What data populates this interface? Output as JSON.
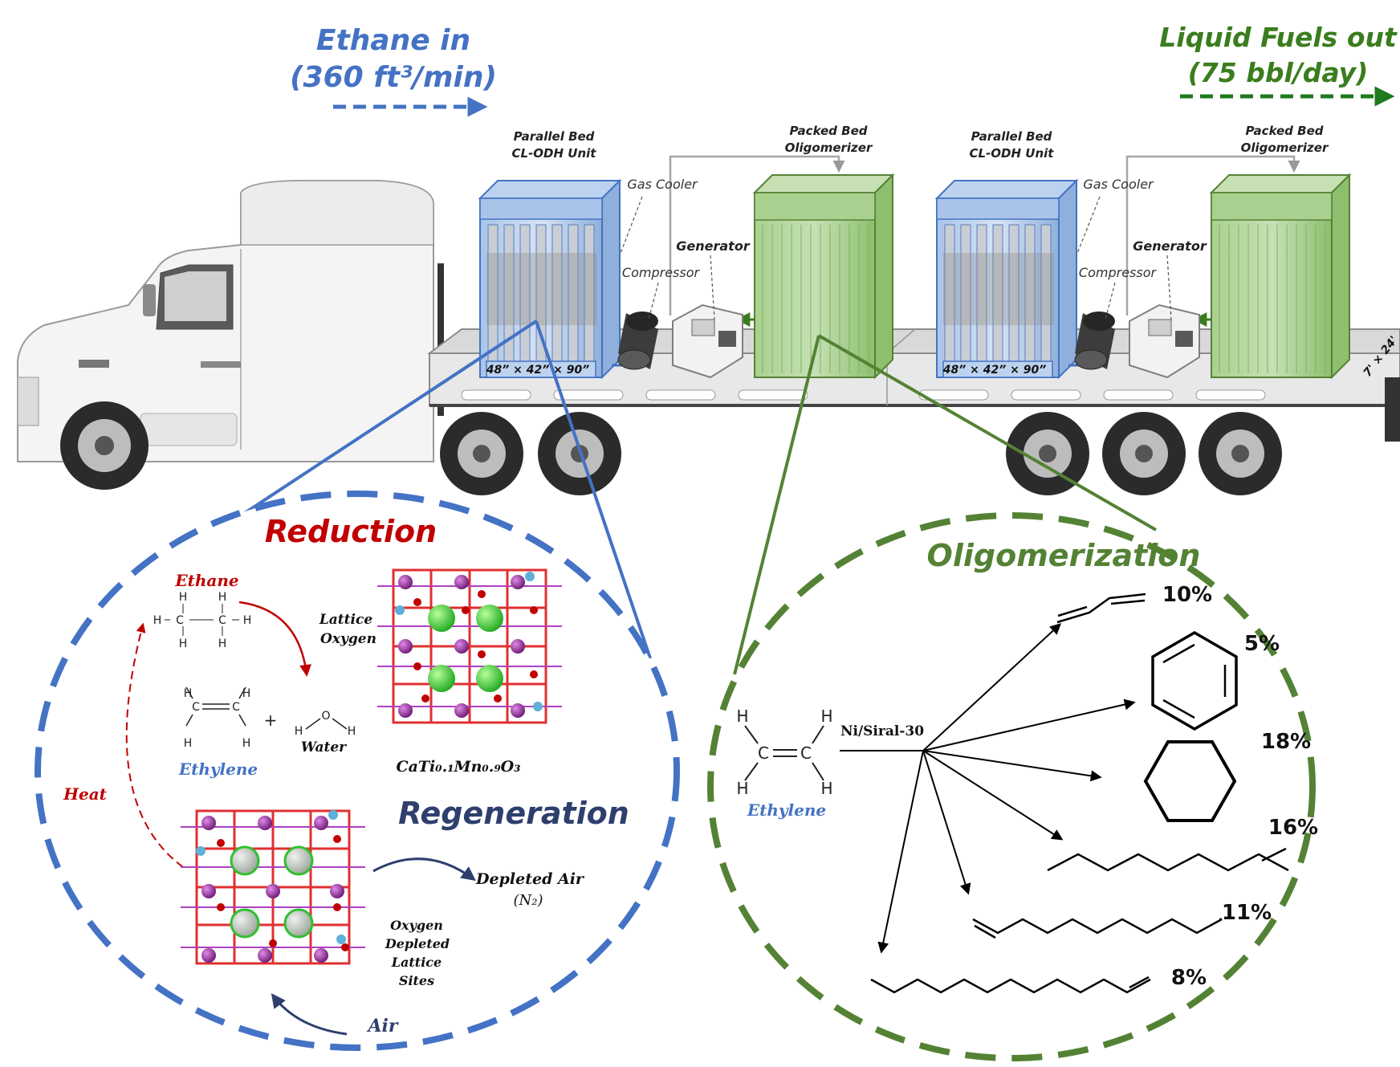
{
  "header": {
    "ethane_in": "Ethane in",
    "ethane_rate": "(360 ft³/min)",
    "fuels_out": "Liquid Fuels out",
    "fuels_rate": "(75 bbl/day)"
  },
  "units": {
    "cl_odh_line1": "Parallel Bed",
    "cl_odh_line2": "CL-ODH Unit",
    "oligo_line1": "Packed Bed",
    "oligo_line2": "Oligomerizer",
    "gas_cooler": "Gas Cooler",
    "generator": "Generator",
    "compressor": "Compressor",
    "reactor_dims": "48” × 42” × 90”",
    "trailer_dims": "7' × 24'"
  },
  "cl_odh": {
    "reduction": "Reduction",
    "ethane": "Ethane",
    "lattice_oxygen_line1": "Lattice",
    "lattice_oxygen_line2": "Oxygen",
    "ethylene": "Ethylene",
    "plus": "+",
    "water": "Water",
    "catalyst_formula": "CaTi₀.₁Mn₀.₉O₃",
    "heat": "Heat",
    "regeneration": "Regeneration",
    "depleted_air": "Depleted Air",
    "depleted_air_n2": "(N₂)",
    "oxygen_depleted_1": "Oxygen",
    "oxygen_depleted_2": "Depleted",
    "oxygen_depleted_3": "Lattice",
    "oxygen_depleted_4": "Sites",
    "air": "Air"
  },
  "oligomerization": {
    "title": "Oligomerization",
    "ethylene": "Ethylene",
    "catalyst": "Ni/Siral-30",
    "products": [
      {
        "structure": "butadiene",
        "percent": "10%"
      },
      {
        "structure": "benzene",
        "percent": "5%"
      },
      {
        "structure": "cyclohexane",
        "percent": "18%"
      },
      {
        "structure": "1-decene",
        "percent": "16%"
      },
      {
        "structure": "1-dodecene",
        "percent": "11%"
      },
      {
        "structure": "1-tetradecene",
        "percent": "8%"
      }
    ]
  },
  "atoms": {
    "H": "H",
    "C": "C",
    "O": "O"
  },
  "colors": {
    "blue": "#4472c4",
    "green": "#548235",
    "dark_green": "#3a7d1e",
    "red": "#c00000",
    "navy": "#2e3f6e"
  }
}
